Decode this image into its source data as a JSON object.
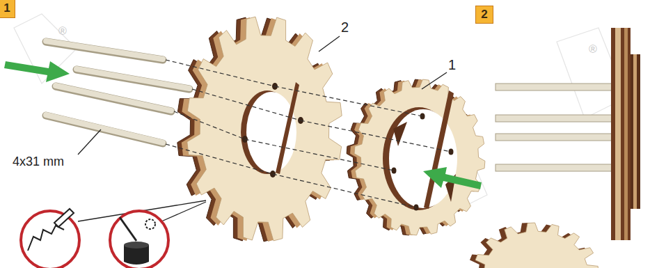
{
  "diagram": {
    "nodes": [
      {
        "text": [
          "1"
        ]
      },
      {
        "text": [
          "2"
        ]
      }
    ],
    "labels": [
      "2",
      "1",
      "4x31 mm",
      "®",
      "®"
    ]
  }
}
